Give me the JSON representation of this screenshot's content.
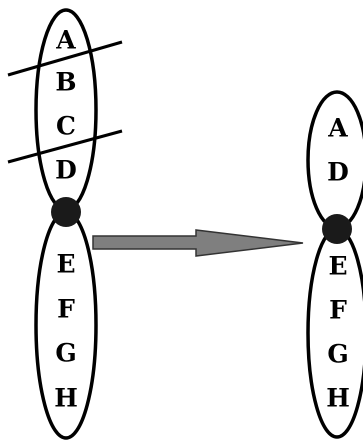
{
  "original": {
    "genes": [
      "A",
      "B",
      "C",
      "D",
      "E",
      "F",
      "G",
      "H"
    ]
  },
  "deleted": {
    "genes": [
      "A",
      "D",
      "E",
      "F",
      "G",
      "H"
    ]
  },
  "colors": {
    "outline": "#000000",
    "centromere": "#1a1a1a",
    "arrow_fill": "#7f7f7f",
    "arrow_stroke": "#333333",
    "background": "#ffffff"
  }
}
